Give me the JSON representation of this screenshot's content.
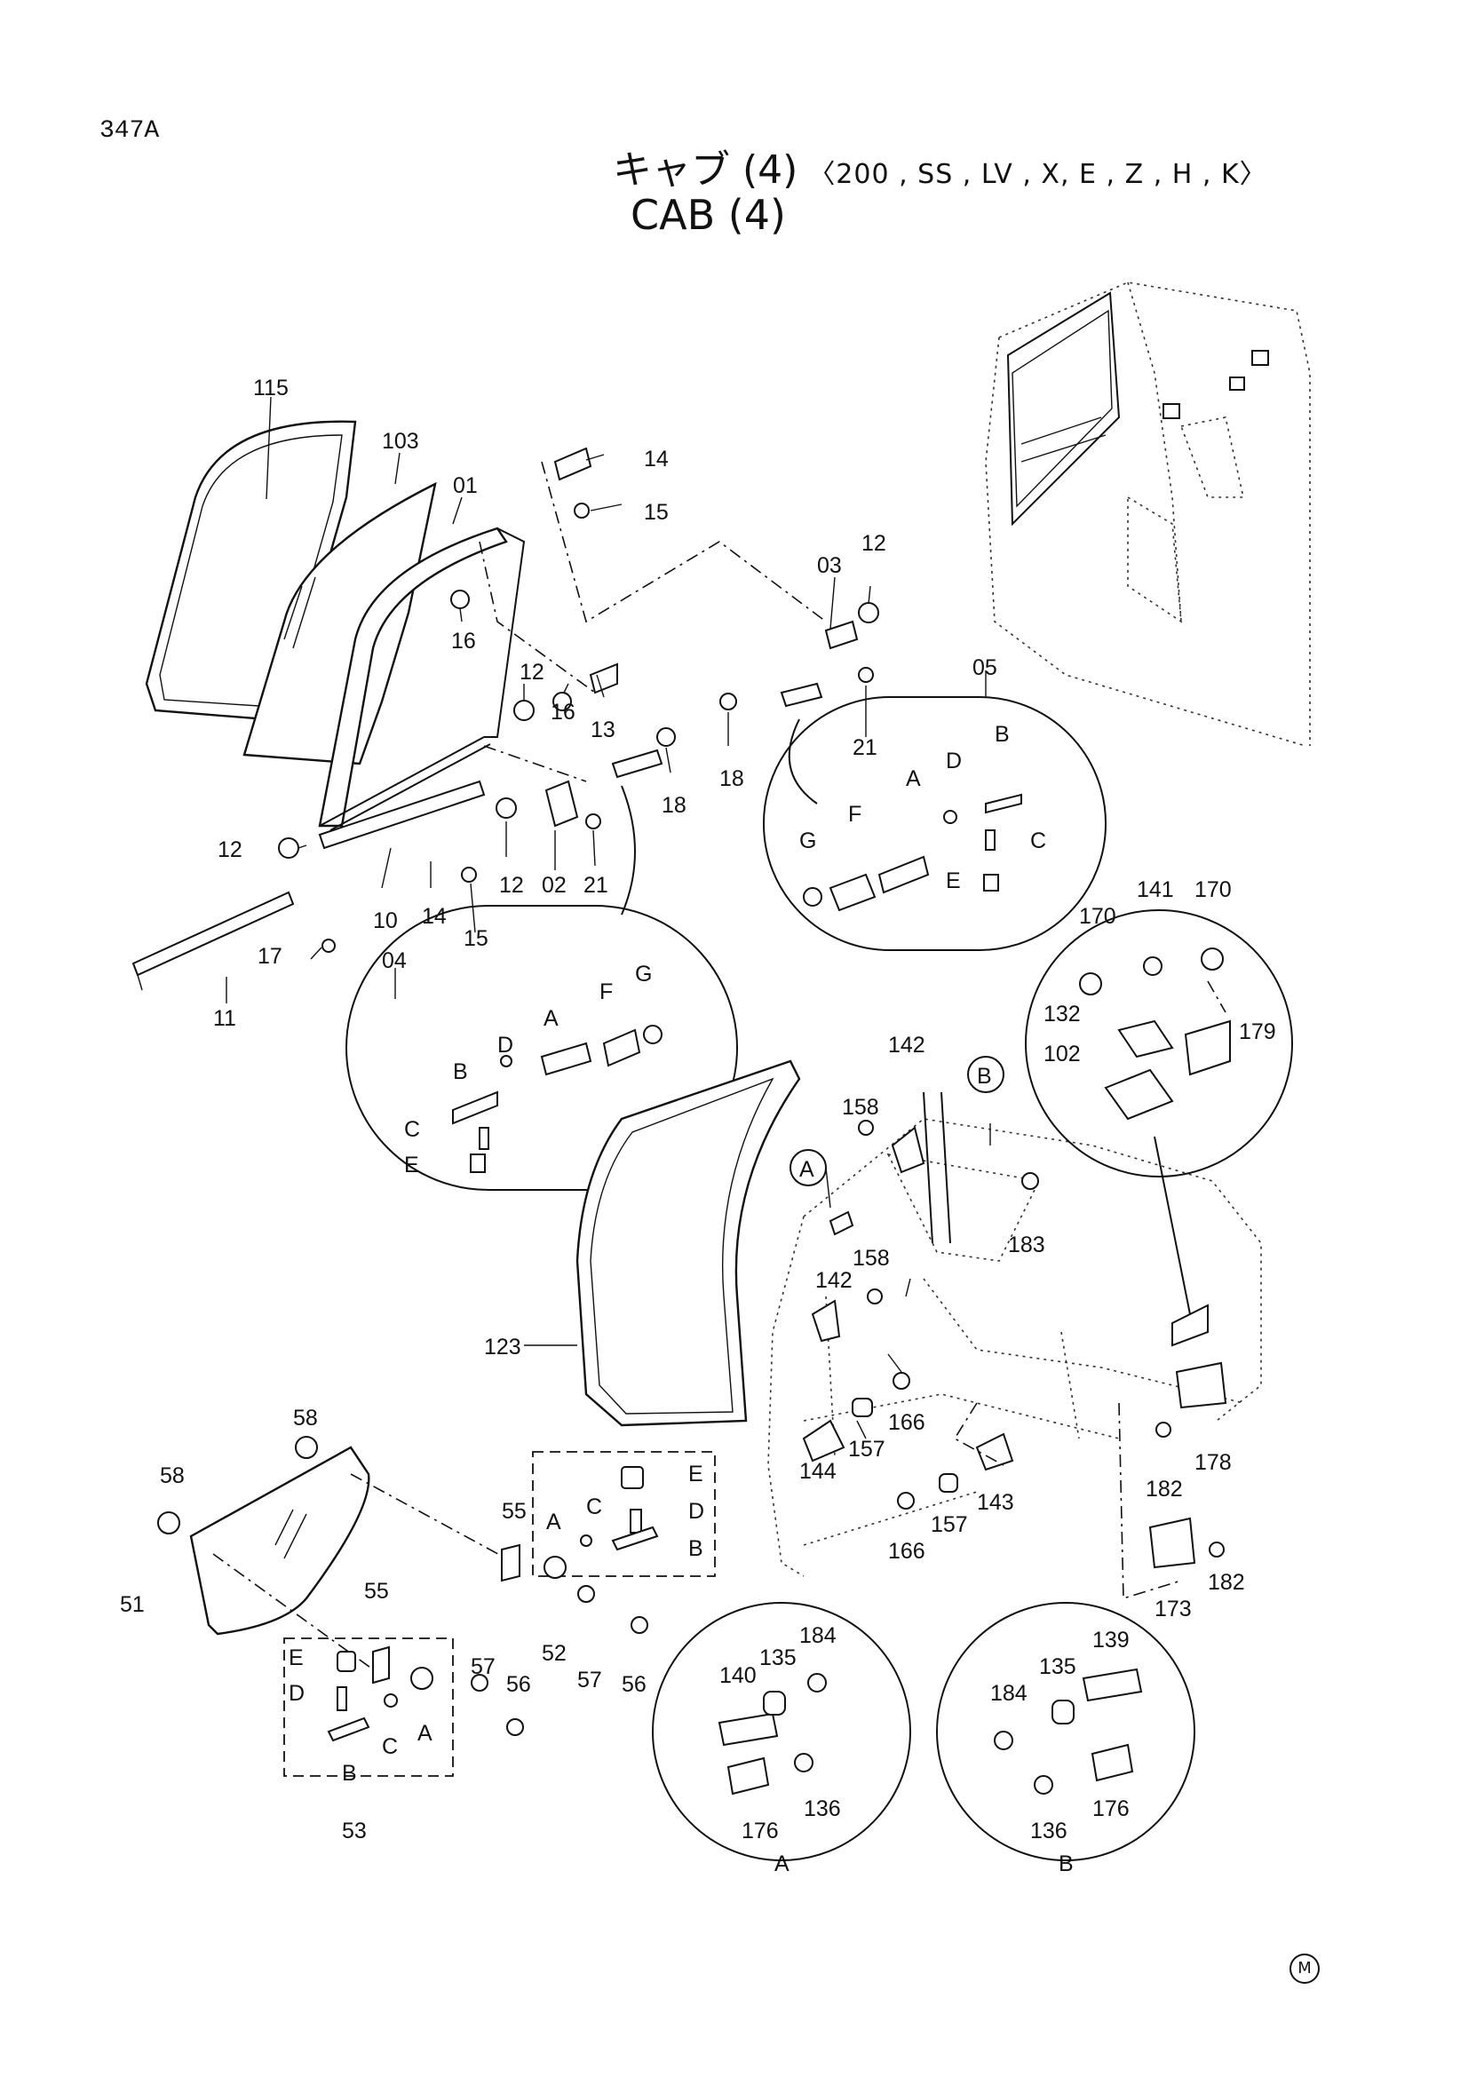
{
  "header": {
    "page_id": "347A",
    "title_jp": "キャブ (4)",
    "models": "〈200 , SS , LV , X, E , Z , H , K〉",
    "title_en": "CAB (4)"
  },
  "callouts": {
    "c115": "115",
    "c103": "103",
    "c01": "01",
    "c14a": "14",
    "c15a": "15",
    "c16a": "16",
    "c12a": "12",
    "c16b": "16",
    "c13": "13",
    "c12b": "12",
    "c12c": "12",
    "c02": "02",
    "c21a": "21",
    "c18a": "18",
    "c10": "10",
    "c14b": "14",
    "c15b": "15",
    "c17": "17",
    "c11": "11",
    "c03": "03",
    "c12d": "12",
    "c21b": "21",
    "c18b": "18",
    "c05": "05",
    "c04": "04",
    "c141": "141",
    "c170a": "170",
    "c170b": "170",
    "c132": "132",
    "c179": "179",
    "c102": "102",
    "c158a": "158",
    "c142a": "142",
    "c183": "183",
    "c158b": "158",
    "c142b": "142",
    "c123": "123",
    "c166a": "166",
    "c157a": "157",
    "c144": "144",
    "c143": "143",
    "c157b": "157",
    "c166b": "166",
    "c178": "178",
    "c182a": "182",
    "c173": "173",
    "c182b": "182",
    "c58a": "58",
    "c58b": "58",
    "c51": "51",
    "c55a": "55",
    "c55b": "55",
    "c52": "52",
    "c57a": "57",
    "c57b": "57",
    "c56a": "56",
    "c56b": "56",
    "c53": "53",
    "c184a": "184",
    "c135a": "135",
    "c140": "140",
    "c136a": "136",
    "c176a": "176",
    "c139": "139",
    "c135b": "135",
    "c184b": "184",
    "c136b": "136",
    "c176b": "176"
  },
  "subparts": {
    "A": "A",
    "B": "B",
    "C": "C",
    "D": "D",
    "E": "E",
    "F": "F",
    "G": "G"
  },
  "detail_labels": {
    "A": "A",
    "B": "B"
  },
  "footer_mark": "M"
}
